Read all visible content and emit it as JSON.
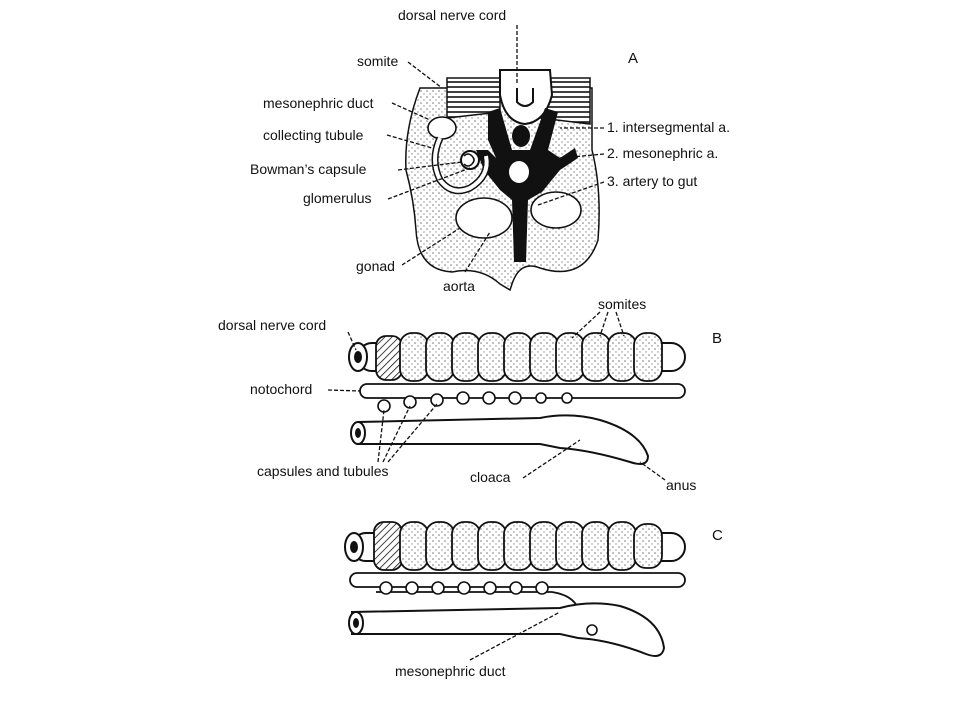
{
  "panels": {
    "a": "A",
    "b": "B",
    "c": "C"
  },
  "labels_a": {
    "dorsal_nerve_cord": "dorsal nerve cord",
    "somite": "somite",
    "mesonephric_duct": "mesonephric duct",
    "collecting_tubule": "collecting tubule",
    "bowmans_capsule": "Bowman’s capsule",
    "glomerulus": "glomerulus",
    "gonad": "gonad",
    "aorta": "aorta",
    "intersegmental": "1. intersegmental a.",
    "mesonephric_a": "2. mesonephric a.",
    "artery_to_gut": "3. artery to gut"
  },
  "labels_b": {
    "somites": "somites",
    "dorsal_nerve_cord": "dorsal nerve cord",
    "notochord": "notochord",
    "capsules_and_tubules": "capsules and tubules",
    "cloaca": "cloaca",
    "anus": "anus"
  },
  "labels_c": {
    "mesonephric_duct": "mesonephric duct"
  },
  "colors": {
    "ink": "#111111",
    "stipple": "#9a9a9a",
    "background": "#ffffff"
  }
}
